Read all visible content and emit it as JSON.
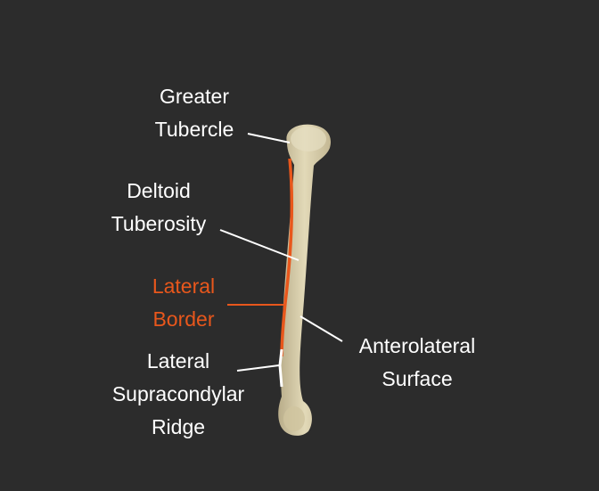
{
  "colors": {
    "background": "#2c2c2c",
    "bone": "#d8ceaa",
    "highlight": "#e8571c",
    "leader": "#ffffff"
  },
  "labels": {
    "greater_tubercle": [
      "Greater",
      "Tubercle"
    ],
    "deltoid_tuberosity": [
      "Deltoid",
      "Tuberosity"
    ],
    "lateral_border": [
      "Lateral",
      "Border"
    ],
    "lateral_supracondylar_ridge": [
      "Lateral",
      "Supracondylar",
      "Ridge"
    ],
    "anterolateral_surface": [
      "Anterolateral",
      "Surface"
    ]
  }
}
